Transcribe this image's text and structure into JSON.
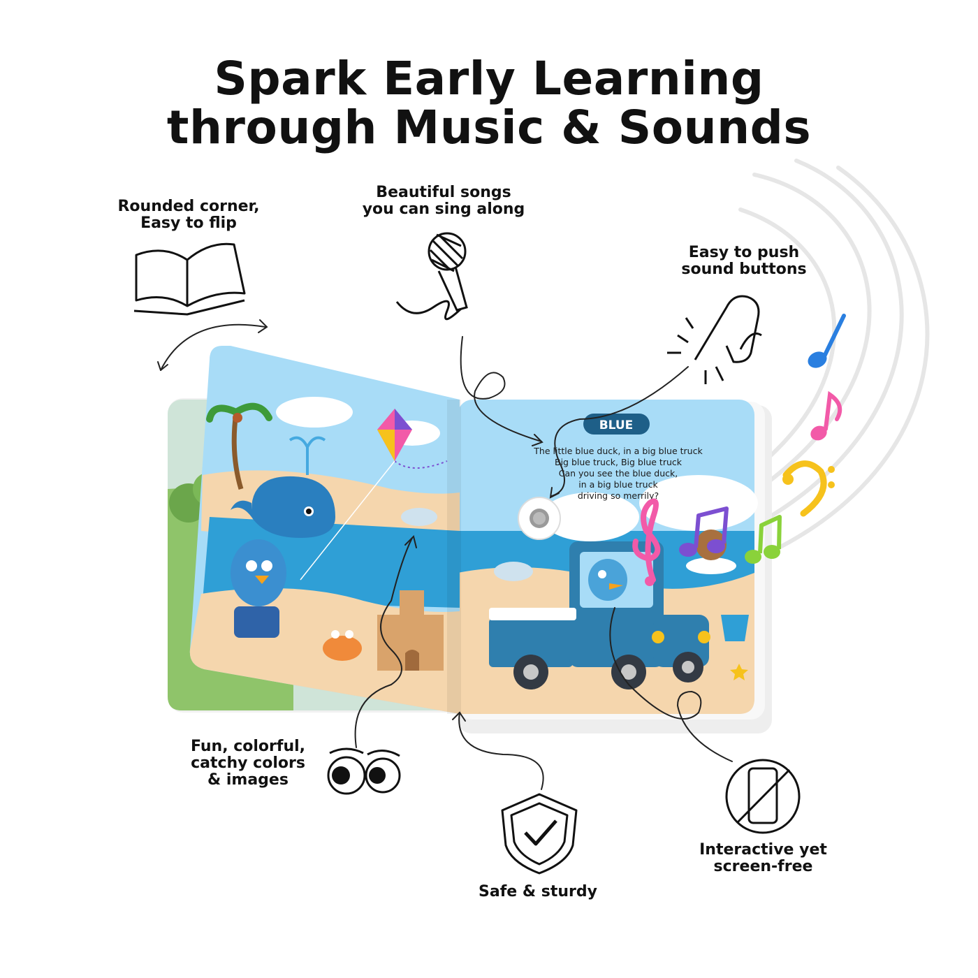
{
  "headline": {
    "line1": "Spark Early Learning",
    "line2": "through Music & Sounds"
  },
  "features": {
    "rounded_corner": {
      "line1": "Rounded corner,",
      "line2": "Easy to flip",
      "icon": "open-book-icon"
    },
    "songs": {
      "line1": "Beautiful songs",
      "line2": "you can sing along",
      "icon": "microphone-icon"
    },
    "push_buttons": {
      "line1": "Easy to push",
      "line2": "sound buttons",
      "icon": "pointing-finger-icon"
    },
    "colorful": {
      "line1": "Fun, colorful,",
      "line2": "catchy colors",
      "line3": "& images",
      "icon": "eyes-icon"
    },
    "safe": {
      "line1": "Safe & sturdy",
      "icon": "shield-check-icon"
    },
    "screen_free": {
      "line1": "Interactive yet",
      "line2": "screen-free",
      "icon": "no-phone-icon"
    }
  },
  "book_page": {
    "color_tag": "BLUE",
    "lyrics": [
      "The little blue duck, in a big blue truck",
      "Big blue truck, Big blue truck",
      "Can you see the blue duck,",
      "in a big blue truck",
      "driving so merrily?"
    ]
  },
  "colors": {
    "sky": "#a8dcf7",
    "sea": "#2f9fd6",
    "sand": "#f5d6ad",
    "truck": "#2f7fae",
    "note_blue": "#2a7fe0",
    "note_pink": "#f25aa8",
    "note_yellow": "#f6c21c",
    "note_purple": "#7c4fd1",
    "note_green": "#8ad23a"
  }
}
